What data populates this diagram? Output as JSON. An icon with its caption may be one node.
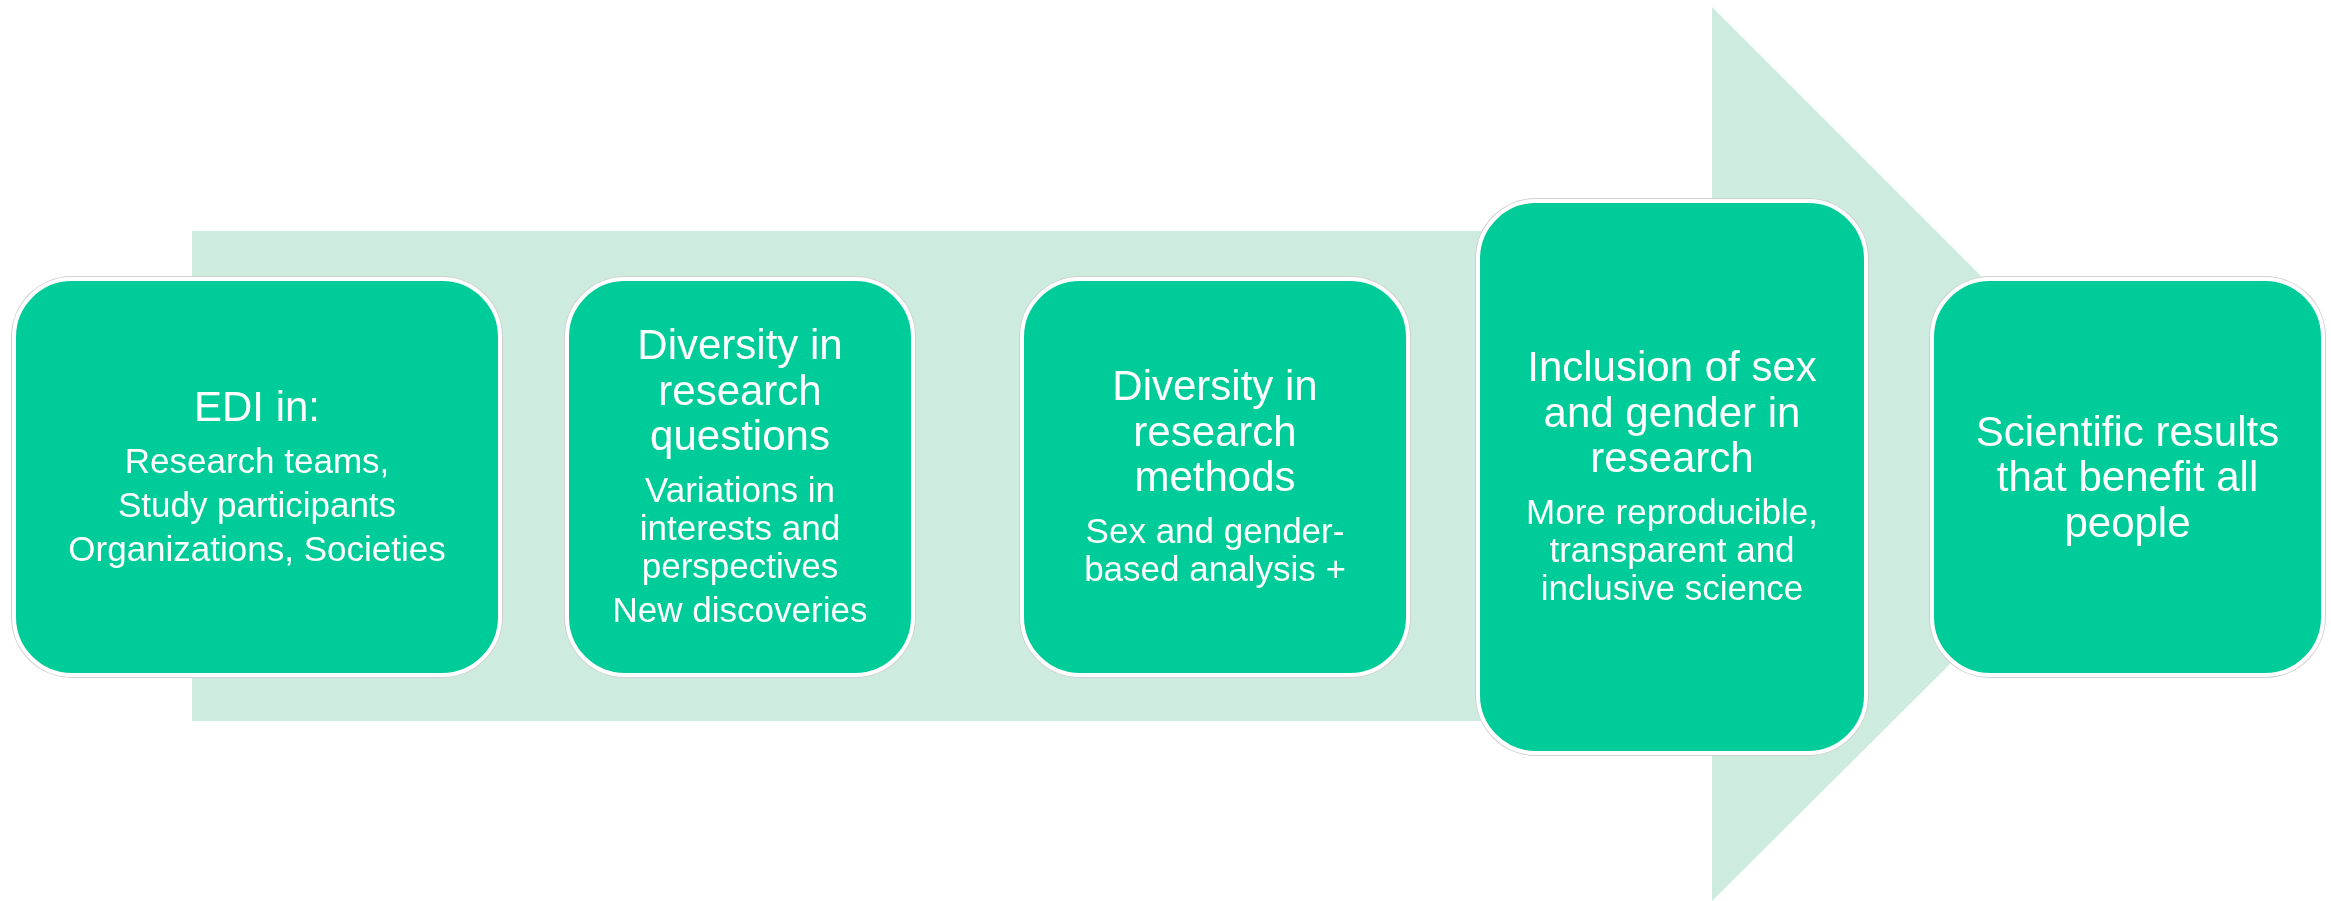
{
  "diagram": {
    "nodes": [
      {
        "text": [
          "EDI in:",
          "Research teams,",
          "Study participants",
          "Organizations, Societies"
        ]
      },
      {
        "text": [
          "Diversity in research questions",
          "Variations in interests and perspectives",
          "New discoveries"
        ]
      },
      {
        "text": [
          "Diversity in research methods",
          "Sex and gender-based analysis +"
        ]
      },
      {
        "text": [
          "Inclusion of sex and gender in research",
          "More reproducible, transparent and inclusive science"
        ]
      },
      {
        "text": [
          "Scientific results that benefit all people"
        ]
      }
    ],
    "edges": [
      {
        "from": 0,
        "to": 4,
        "arrow": "to",
        "style": "thick"
      }
    ]
  }
}
